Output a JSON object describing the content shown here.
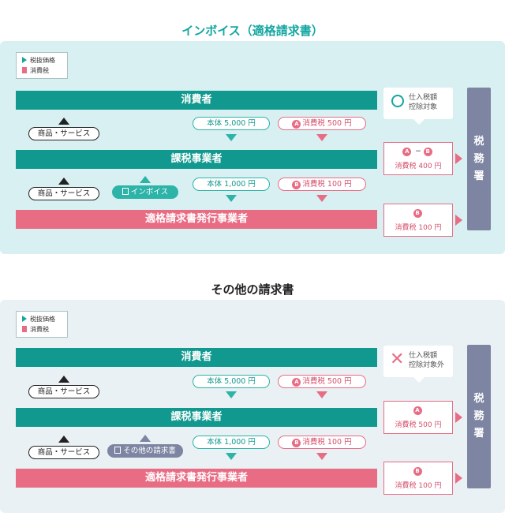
{
  "section1": {
    "title": "インボイス（適格請求書）",
    "legend": [
      "税抜価格",
      "消費税"
    ],
    "consumer": "消費者",
    "business": "課税事業者",
    "issuer": "適格請求書発行事業者",
    "goods1": "商品・サービス",
    "goods2": "商品・サービス",
    "doc": "インボイス",
    "price1": "本体 5,000 円",
    "tax1": "消費税 500 円",
    "price2": "本体 1,000 円",
    "tax2": "消費税 100 円",
    "callout": [
      "仕入税額",
      "控除対象"
    ],
    "box1_label": "A − B",
    "box1_amount": "消費税 400 円",
    "box2_amount": "消費税 100 円",
    "office": [
      "税",
      "務",
      "署"
    ]
  },
  "section2": {
    "title": "その他の請求書",
    "legend": [
      "税抜価格",
      "消費税"
    ],
    "consumer": "消費者",
    "business": "課税事業者",
    "issuer": "適格請求書発行事業者",
    "goods1": "商品・サービス",
    "goods2": "商品・サービス",
    "doc": "その他の請求書",
    "price1": "本体 5,000 円",
    "tax1": "消費税 500 円",
    "price2": "本体 1,000 円",
    "tax2": "消費税 100 円",
    "callout": [
      "仕入税額",
      "控除対象外"
    ],
    "box1_amount": "消費税 500 円",
    "box2_amount": "消費税 100 円",
    "office": [
      "税",
      "務",
      "署"
    ]
  },
  "markers": {
    "a": "A",
    "b": "B"
  },
  "colors": {
    "teal": "#12998f",
    "pink": "#e86c84",
    "office": "#7d85a2"
  }
}
